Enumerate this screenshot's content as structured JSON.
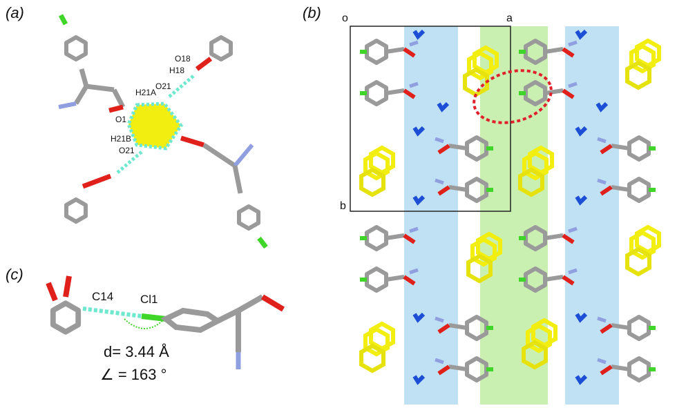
{
  "panels": {
    "a": "(a)",
    "b": "(b)",
    "c": "(c)"
  },
  "panel_a_labels": {
    "o18": "O18",
    "h18": "H18",
    "o21_top": "O21",
    "h21a": "H21A",
    "o1": "O1",
    "h21b": "H21B",
    "o21_bottom": "O21"
  },
  "panel_b_labels": {
    "origin": "o",
    "axis_a": "a",
    "axis_b": "b"
  },
  "panel_c_labels": {
    "c14": "C14",
    "cl1": "Cl1",
    "distance": "d= 3.44 Å",
    "angle": "∠ = 163 °"
  },
  "colors": {
    "carbon": "#9a9a9a",
    "oxygen": "#e0201b",
    "hydrogen": "#f2f2f2",
    "nitrogen": "#8f9fe0",
    "chlorine": "#3fd629",
    "hbond": "#6fe8d0",
    "water": "#1d4fd6",
    "aromatic_highlight": "#f2ee10",
    "stripe_blue": "#bfe1f3",
    "stripe_green": "#c9f0b0",
    "contact_ellipse": "#e0202a"
  }
}
